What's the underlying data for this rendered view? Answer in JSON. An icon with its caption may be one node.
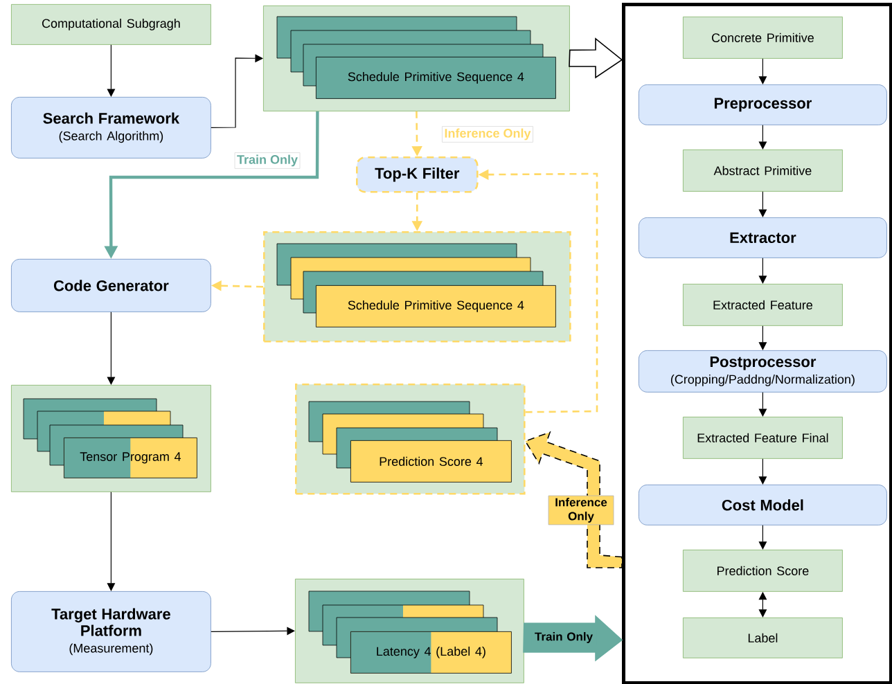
{
  "diagram": {
    "nodes": [
      {
        "text": [
          "Computational Subgragh"
        ]
      },
      {
        "text": [
          "Search Framework",
          "(Search Algorithm)"
        ]
      },
      {
        "text": [],
        "shape": "box"
      },
      {
        "text": [
          "Schedule Primitive Sequence 4"
        ],
        "in": 2
      },
      {
        "text": [
          "Top-K Filter"
        ]
      },
      {
        "text": [],
        "shape": "box"
      },
      {
        "text": [
          "Schedule Primitive Sequence 4"
        ],
        "in": 5
      },
      {
        "text": [
          "Code Generator"
        ]
      },
      {
        "text": [],
        "shape": "box"
      },
      {
        "text": [
          "Tensor Program 4"
        ],
        "in": 8
      },
      {
        "text": [],
        "shape": "box"
      },
      {
        "text": [
          "Prediction Score 4"
        ],
        "in": 10
      },
      {
        "text": [
          "Target Hardware Platform",
          "(Measurement)"
        ]
      },
      {
        "text": [],
        "shape": "box"
      },
      {
        "text": [
          "Latency 4 (Label 4)"
        ],
        "in": 13
      },
      {
        "text": [],
        "shape": "box"
      },
      {
        "text": [
          "Concrete Primitive"
        ],
        "in": 15
      },
      {
        "text": [
          "Preprocessor"
        ],
        "in": 15
      },
      {
        "text": [
          "Abstract Primitive"
        ],
        "in": 15
      },
      {
        "text": [
          "Extractor"
        ],
        "in": 15
      },
      {
        "text": [
          "Extracted Feature"
        ],
        "in": 15
      },
      {
        "text": [
          "Postprocessor",
          "(Cropping/Paddng/Normalization)"
        ],
        "in": 15
      },
      {
        "text": [
          "Extracted Feature Final"
        ],
        "in": 15
      },
      {
        "text": [
          "Cost Model"
        ],
        "in": 15
      },
      {
        "text": [
          "Prediction Score"
        ],
        "in": 15
      },
      {
        "text": [
          "Label"
        ],
        "in": 15
      }
    ],
    "edges": [
      {
        "from": 0,
        "to": 1,
        "arrow": "to"
      },
      {
        "from": 1,
        "to": 2,
        "arrow": "to"
      },
      {
        "from": 2,
        "to": 15,
        "arrow": "to",
        "style": "thick"
      },
      {
        "from": 2,
        "to": 7,
        "arrow": "to",
        "label": "Train Only",
        "style": "thick",
        "color": "#67ab9f"
      },
      {
        "from": 2,
        "to": 4,
        "arrow": "to",
        "label": "Inference Only",
        "style": "dashed",
        "color": "#ffd966"
      },
      {
        "from": 4,
        "to": 5,
        "arrow": "to",
        "style": "dashed",
        "color": "#ffd966"
      },
      {
        "from": 5,
        "to": 7,
        "arrow": "to",
        "style": "dashed",
        "color": "#ffd966"
      },
      {
        "from": 10,
        "to": 4,
        "arrow": "to",
        "style": "dashed",
        "color": "#ffd966"
      },
      {
        "from": 7,
        "to": 8,
        "arrow": "to"
      },
      {
        "from": 8,
        "to": 12,
        "arrow": "to"
      },
      {
        "from": 12,
        "to": 13,
        "arrow": "to"
      },
      {
        "from": 15,
        "to": 10,
        "arrow": "to",
        "label": "Inference Only",
        "style": "dashed",
        "color": "#ffd966"
      },
      {
        "from": 13,
        "to": 15,
        "arrow": "to",
        "label": "Train Only",
        "style": "thick",
        "color": "#67ab9f"
      },
      {
        "from": 16,
        "to": 17,
        "arrow": "to"
      },
      {
        "from": 17,
        "to": 18,
        "arrow": "to"
      },
      {
        "from": 18,
        "to": 19,
        "arrow": "to"
      },
      {
        "from": 19,
        "to": 20,
        "arrow": "to"
      },
      {
        "from": 20,
        "to": 21,
        "arrow": "to"
      },
      {
        "from": 21,
        "to": 22,
        "arrow": "to"
      },
      {
        "from": 22,
        "to": 23,
        "arrow": "to"
      },
      {
        "from": 23,
        "to": 24,
        "arrow": "to"
      },
      {
        "from": 24,
        "to": 25,
        "arrow": "both"
      }
    ]
  }
}
